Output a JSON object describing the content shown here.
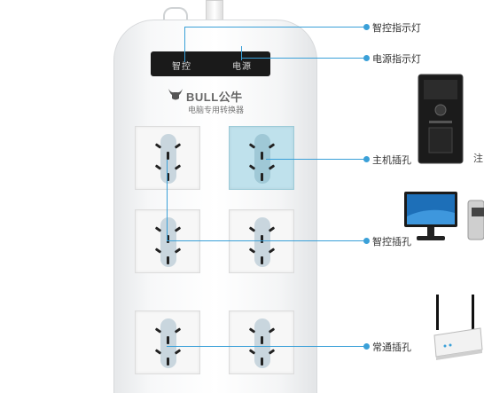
{
  "strip": {
    "indicator_left": "智控",
    "indicator_right": "电源",
    "brand": "BULL公牛",
    "subtitle": "电脑专用转换器"
  },
  "callouts": {
    "smart_indicator": "智控指示灯",
    "power_indicator": "电源指示灯",
    "main_socket": "主机插孔",
    "smart_socket": "智控插孔",
    "normal_socket": "常通插孔"
  },
  "edge_text": "注",
  "colors": {
    "accent": "#3aa0d8",
    "main_socket": "#bfe1ec"
  }
}
